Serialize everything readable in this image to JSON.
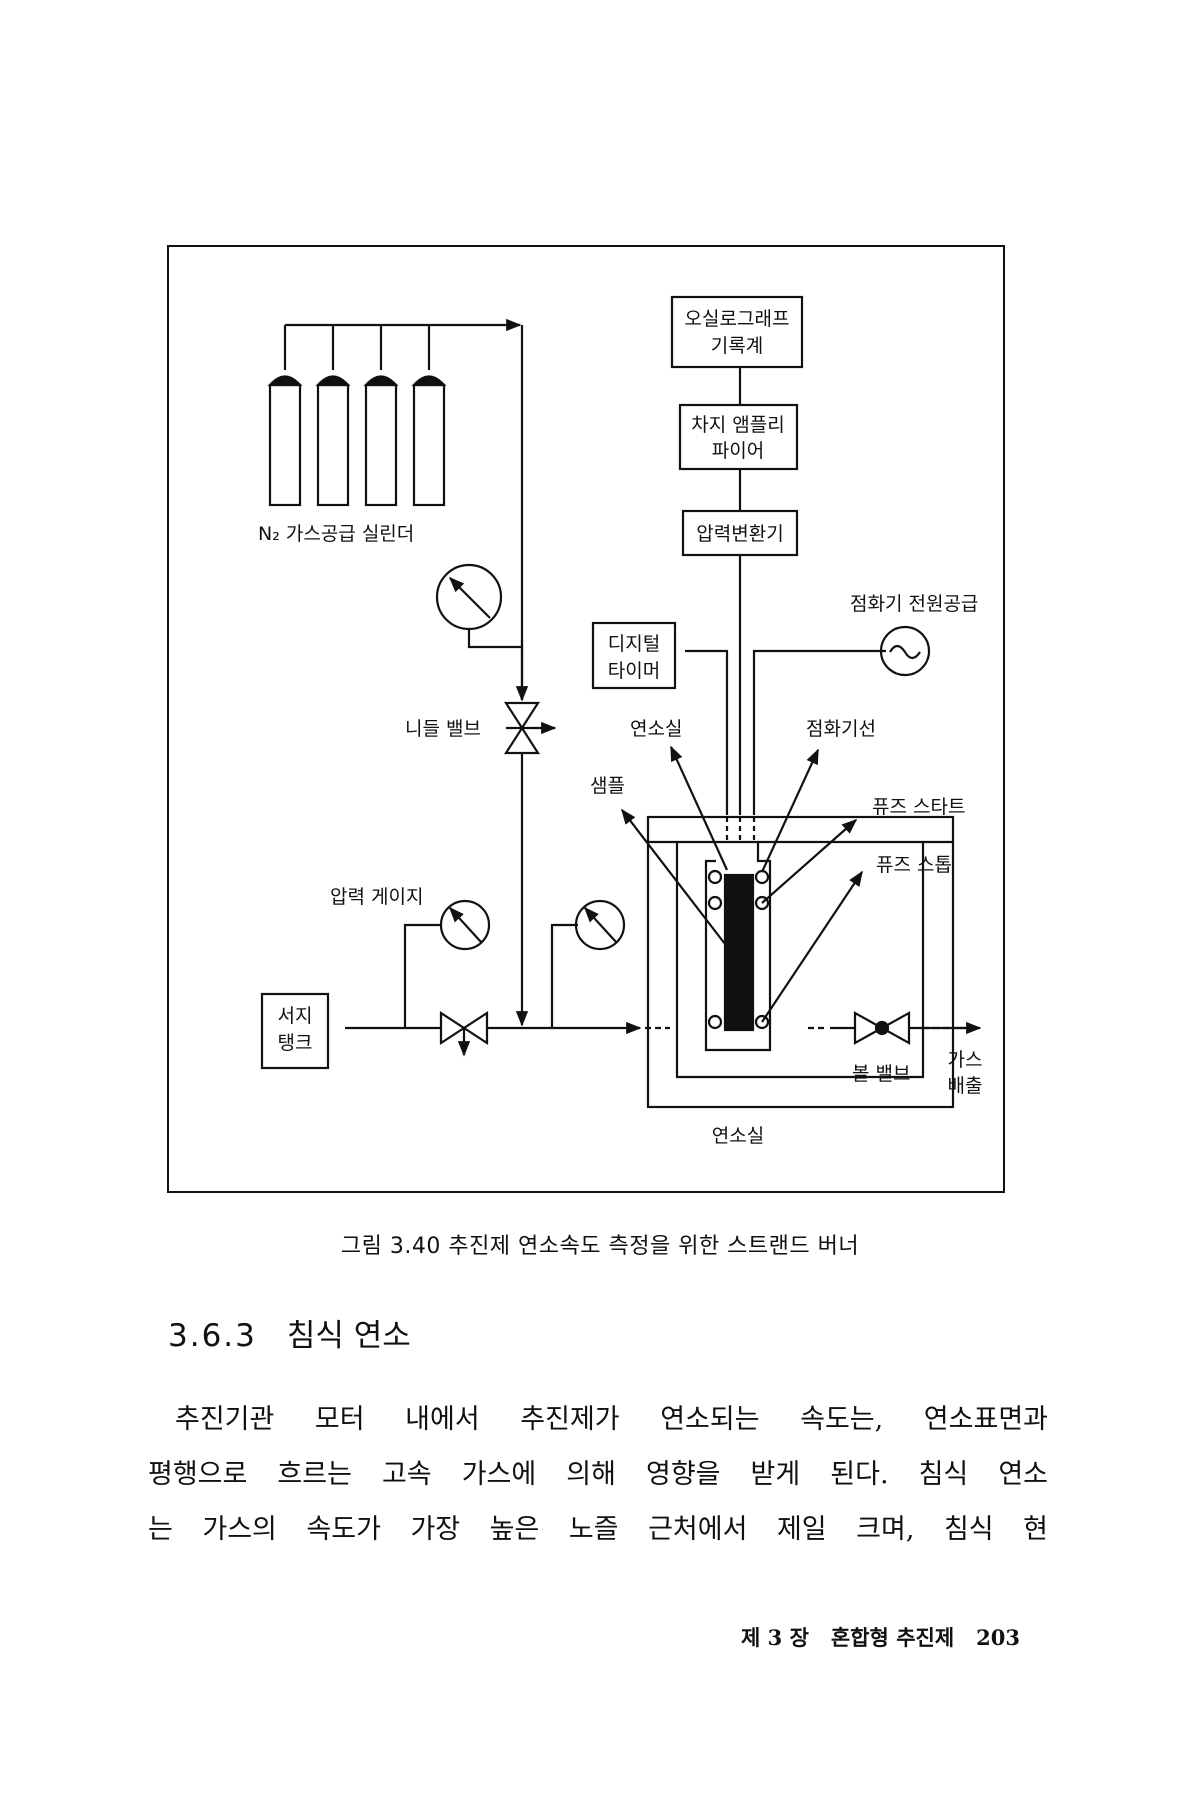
{
  "figure": {
    "labels": {
      "oscillograph": [
        "오실로그래프",
        "기록계"
      ],
      "charge_amp": [
        "차지 앰플리",
        "파이어"
      ],
      "pressure_transducer": "압력변환기",
      "n2_cylinders": "N₂ 가스공급 실린더",
      "igniter_power": "점화기 전원공급",
      "digital_timer": [
        "디지털",
        "타이머"
      ],
      "needle_valve": "니들 밸브",
      "chamber_top": "연소실",
      "igniter_wire": "점화기선",
      "sample": "샘플",
      "fuse_start": "퓨즈 스타트",
      "fuse_stop": "퓨즈 스톱",
      "pressure_gauge": "압력 게이지",
      "surge_tank": [
        "서지",
        "탱크"
      ],
      "ball_valve": "볼 밸브",
      "gas_exhaust": [
        "가스",
        "배출"
      ],
      "chamber_bottom": "연소실"
    }
  },
  "caption": "그림 3.40   추진제 연소속도 측정을 위한 스트랜드 버너",
  "section": {
    "number": "3.6.3",
    "title": "침식 연소"
  },
  "paragraph": [
    "추진기관 모터 내에서 추진제가 연소되는 속도는, 연소표면과",
    "평행으로 흐르는 고속 가스에 의해 영향을 받게 된다. 침식 연소",
    "는 가스의 속도가 가장 높은 노즐 근처에서 제일 크며, 침식 현"
  ],
  "footer": {
    "chapter": "제 3 장",
    "chapter_title": "혼합형 추진제",
    "page_number": "203"
  }
}
